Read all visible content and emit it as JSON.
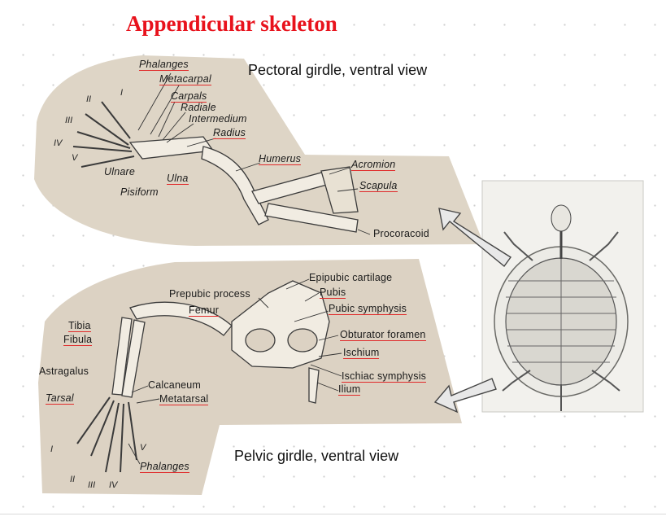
{
  "title": "Appendicular skeleton",
  "pectoral": {
    "view_label": "Pectoral girdle, ventral view",
    "labels": {
      "phalanges": "Phalanges",
      "metacarpal": "Metacarpal",
      "carpals": "Carpals",
      "radiale": "Radiale",
      "intermedium": "Intermedium",
      "radius": "Radius",
      "humerus": "Humerus",
      "acromion": "Acromion",
      "scapula": "Scapula",
      "procoracoid": "Procoracoid",
      "ulnare": "Ulnare",
      "ulna": "Ulna",
      "pisiform": "Pisiform"
    },
    "digits": [
      "I",
      "II",
      "III",
      "IV",
      "V"
    ]
  },
  "pelvic": {
    "view_label": "Pelvic girdle, ventral view",
    "labels": {
      "epipubic_cartilage": "Epipubic cartilage",
      "prepubic_process": "Prepubic process",
      "pubis": "Pubis",
      "pubic_symphysis": "Pubic symphysis",
      "femur": "Femur",
      "tibia": "Tibia",
      "fibula": "Fibula",
      "obturator_foramen": "Obturator foramen",
      "ischium": "Ischium",
      "astragalus": "Astragalus",
      "ischiac_symphysis": "Ischiac symphysis",
      "calcaneum": "Calcaneum",
      "ilium": "Ilium",
      "tarsal": "Tarsal",
      "metatarsal": "Metatarsal",
      "phalanges": "Phalanges"
    },
    "digits": [
      "I",
      "II",
      "III",
      "IV",
      "V"
    ]
  },
  "colors": {
    "title": "#e8121c",
    "paper": "#ddd3c4",
    "underline": "#e02a2a",
    "arrow_fill": "#e8e8e8"
  },
  "icons": [
    "arrow-to-pectoral-icon",
    "arrow-to-pelvic-icon"
  ]
}
